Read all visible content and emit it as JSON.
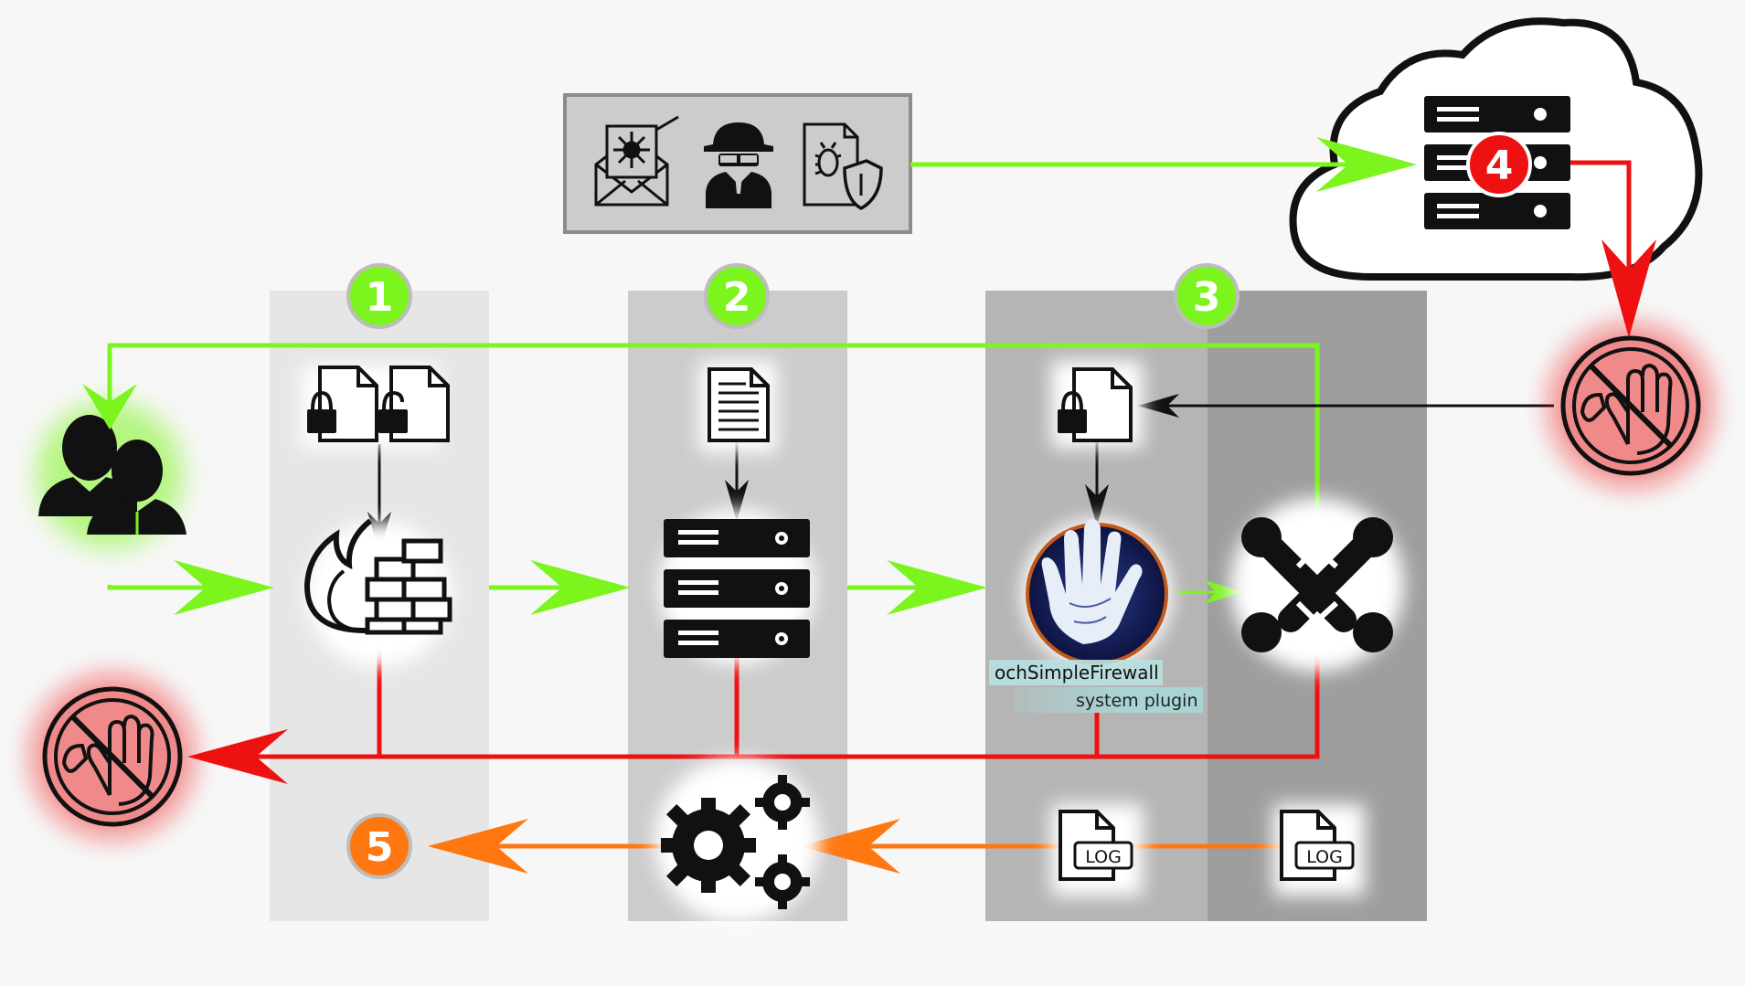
{
  "colors": {
    "allow": "#7cf51e",
    "block": "#ee1111",
    "log": "#ff7711",
    "black": "#111111",
    "col1": "#e6e6e6",
    "col2": "#cccccc",
    "col3a": "#b3b3b3",
    "col3b": "#9e9e9e"
  },
  "steps": {
    "s1": "1",
    "s2": "2",
    "s3": "3",
    "s4": "4",
    "s5": "5"
  },
  "plugin": {
    "name": "ochSimpleFirewall",
    "type": "system plugin"
  },
  "log": {
    "log_a": "LOG",
    "log_b": "LOG"
  },
  "icons": {
    "users": "users-icon",
    "firewall": "brick-firewall-icon",
    "server": "server-icon",
    "hand": "hand-logo-icon",
    "cms": "joomla-logo-icon",
    "gears": "gears-icon",
    "blocked": "stop-hand-icon",
    "cloud": "cloud-icon",
    "threats": [
      "email-virus-icon",
      "spy-icon",
      "bug-shield-icon"
    ]
  }
}
